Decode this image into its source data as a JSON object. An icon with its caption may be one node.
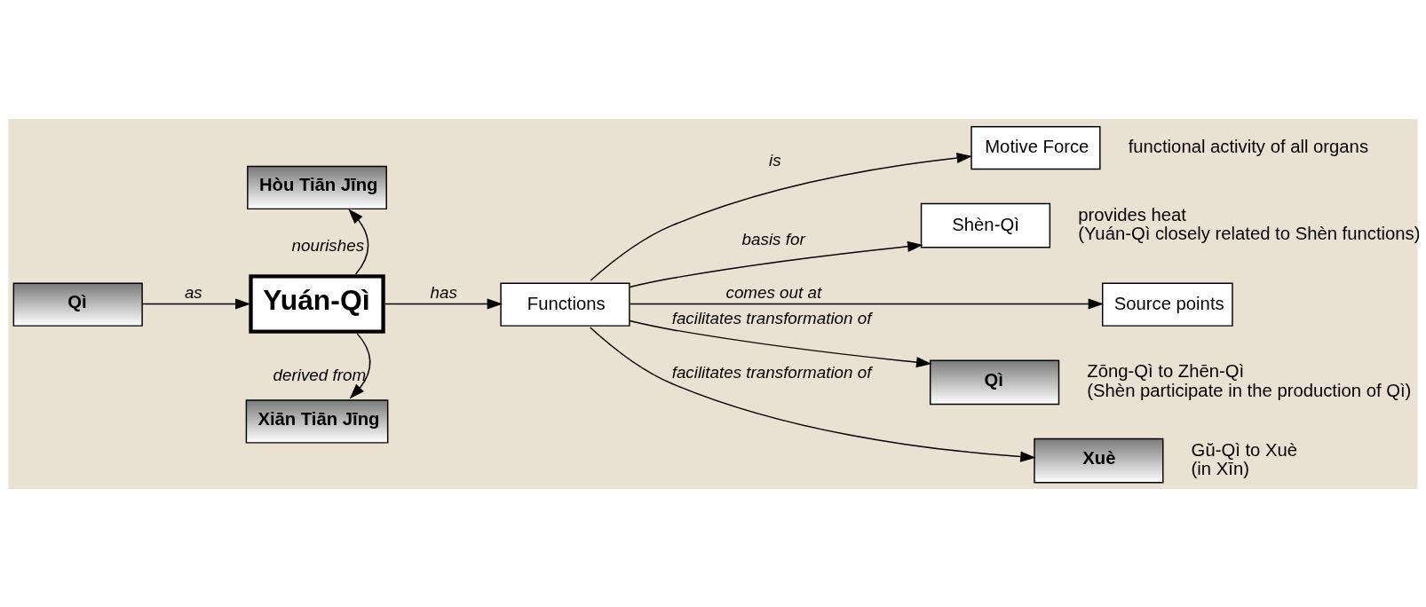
{
  "diagram": {
    "nodes": [
      {
        "text": [
          "Qì"
        ]
      },
      {
        "text": [
          "Yuán-Qì"
        ]
      },
      {
        "text": [
          "Hòu Tiān Jīng"
        ]
      },
      {
        "text": [
          "Xiān Tiān Jīng"
        ]
      },
      {
        "text": [
          "Functions"
        ]
      },
      {
        "text": [
          "Motive Force"
        ],
        "beside": [
          "functional activity of all organs"
        ]
      },
      {
        "text": [
          "Shèn-Qì"
        ],
        "beside": [
          "provides heat",
          "(Yuán-Qì closely related to Shèn functions)"
        ]
      },
      {
        "text": [
          "Source points"
        ]
      },
      {
        "text": [
          "Qì"
        ],
        "beside": [
          "Zōng-Qì to Zhēn-Qì",
          "(Shèn participate in the production of Qì)"
        ]
      },
      {
        "text": [
          "Xuè"
        ],
        "beside": [
          "Gŭ-Qì to Xuè",
          "(in Xīn)"
        ]
      }
    ],
    "edges": [
      {
        "from": 0,
        "to": 1,
        "arrow": "to",
        "label": "as"
      },
      {
        "from": 1,
        "to": 2,
        "arrow": "to",
        "label": "nourishes"
      },
      {
        "from": 1,
        "to": 3,
        "arrow": "to",
        "label": "derived from"
      },
      {
        "from": 1,
        "to": 4,
        "arrow": "to",
        "label": "has"
      },
      {
        "from": 4,
        "to": 5,
        "arrow": "to",
        "label": "is"
      },
      {
        "from": 4,
        "to": 6,
        "arrow": "to",
        "label": "basis for"
      },
      {
        "from": 4,
        "to": 7,
        "arrow": "to",
        "label": "comes out at"
      },
      {
        "from": 4,
        "to": 8,
        "arrow": "to",
        "label": "facilitates transformation of"
      },
      {
        "from": 4,
        "to": 9,
        "arrow": "to",
        "label": "facilitates transformation of"
      }
    ]
  }
}
